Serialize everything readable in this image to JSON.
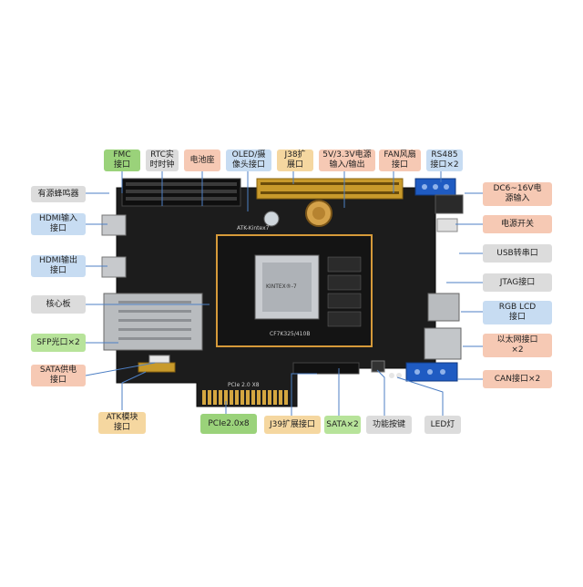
{
  "colors": {
    "green": "#9ad27a",
    "gray": "#dcdcdc",
    "pink": "#f6c9b4",
    "blue": "#c7dcf2",
    "yellow": "#f5d7a0",
    "leader": "#4d7fc4",
    "pcb": "#1c1c1c"
  },
  "board": {
    "silk_name": "ATK-Kintex7",
    "fpga_brand": "KINTEX®-7",
    "fpga_part": "CF7K325/410B",
    "pcie_silk": "PCIe 2.0 X8"
  },
  "labels": {
    "fmc": "FMC\n接口",
    "rtc": "RTC实\n时时钟",
    "battery": "电池座",
    "oled": "OLED/摄\n像头接口",
    "j38": "J38扩\n展口",
    "power5v": "5V/3.3V电源\n输入/输出",
    "fan": "FAN风扇\n接口",
    "rs485": "RS485\n接口×2",
    "buzzer": "有源蜂鸣器",
    "hdmi_in": "HDMI输入\n接口",
    "hdmi_out": "HDMI输出\n接口",
    "core": "核心板",
    "sfp": "SFP光口×2",
    "sata_power": "SATA供电\n接口",
    "atk_module": "ATK模块\n接口",
    "pcie": "PCIe2.0x8",
    "j39": "J39扩展接口",
    "sata": "SATA×2",
    "func_key": "功能按键",
    "led": "LED灯",
    "dc_in": "DC6~16V电\n源输入",
    "power_switch": "电源开关",
    "usb_uart": "USB转串口",
    "jtag": "JTAG接口",
    "rgb_lcd": "RGB LCD\n接口",
    "ethernet": "以太网接口\n×2",
    "can": "CAN接口×2"
  }
}
